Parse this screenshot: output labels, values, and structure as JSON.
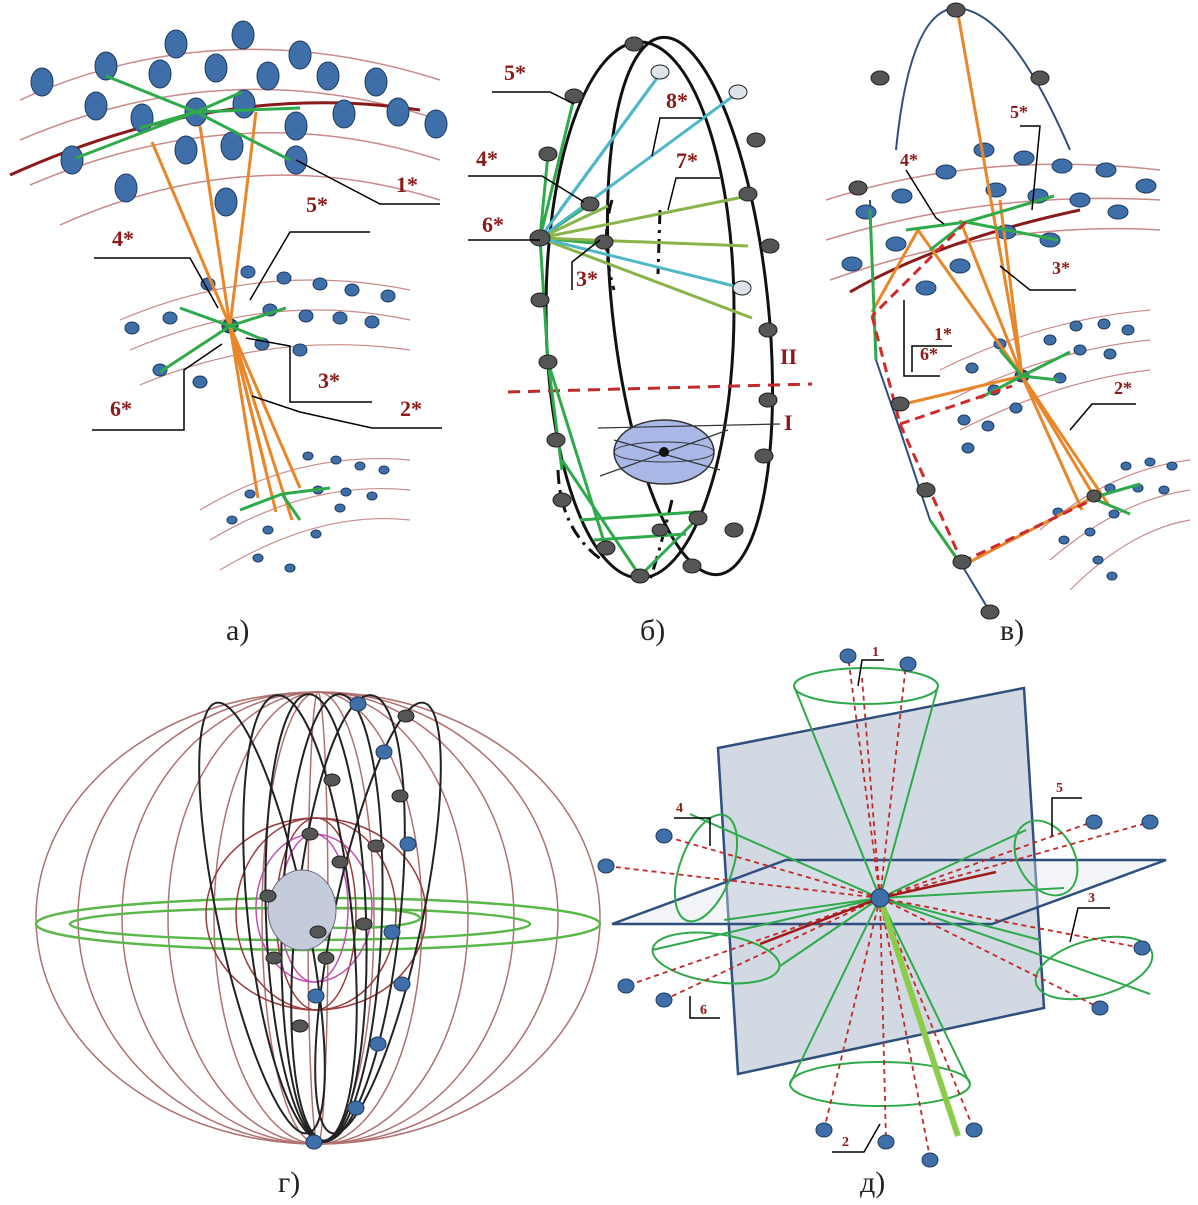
{
  "colors": {
    "satellite_blue": "#3f6fa8",
    "satellite_gray": "#555555",
    "satellite_light": "#dde3e8",
    "link_orange": "#e8862a",
    "link_green": "#2eaa4a",
    "link_olive": "#8ab34a",
    "link_cyan": "#4fb7c8",
    "orbit_red": "#8b1a1a",
    "orbit_pink": "#c98a8a",
    "plane_blue": "#2f4f7f",
    "plane_fill": "#c4ccd8",
    "label_red": "#8b1a1a",
    "earth_blue": "#aab8e8"
  },
  "panels": {
    "a": {
      "caption": "а)",
      "labels": [
        "1*",
        "2*",
        "3*",
        "4*",
        "5*",
        "6*"
      ]
    },
    "b": {
      "caption": "б)",
      "labels": [
        "3*",
        "4*",
        "5*",
        "6*",
        "7*",
        "8*"
      ],
      "plane_labels": [
        "II",
        "I"
      ]
    },
    "v": {
      "caption": "в)",
      "labels": [
        "1*",
        "2*",
        "3*",
        "4*",
        "5*",
        "6*"
      ]
    },
    "g": {
      "caption": "г)"
    },
    "d": {
      "caption": "д)",
      "labels": [
        "1",
        "2",
        "3",
        "4",
        "5",
        "6"
      ]
    }
  }
}
